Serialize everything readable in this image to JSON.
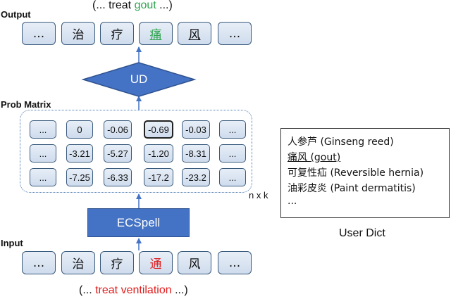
{
  "output": {
    "caption_open": "(... treat ",
    "caption_word": "gout",
    "caption_close": " ...)",
    "label": "Output",
    "tokens": [
      "...",
      "治",
      "疗",
      "痛",
      "风",
      "..."
    ]
  },
  "ud": {
    "label": "UD"
  },
  "prob_matrix": {
    "label": "Prob Matrix",
    "rows": [
      [
        "...",
        "0",
        "-0.06",
        "-0.69",
        "-0.03",
        "..."
      ],
      [
        "...",
        "-3.21",
        "-5.27",
        "-1.20",
        "-8.31",
        "..."
      ],
      [
        "...",
        "-7.25",
        "-6.33",
        "-17.2",
        "-23.2",
        "..."
      ]
    ],
    "dims": "n x k"
  },
  "ecspell": {
    "label": "ECSpell"
  },
  "input": {
    "label": "Input",
    "tokens": [
      "...",
      "治",
      "疗",
      "通",
      "风",
      "..."
    ],
    "caption_open": "(... ",
    "caption_word": "treat ventilation",
    "caption_close": " ...)"
  },
  "user_dict": {
    "entries": [
      "人参芦 (Ginseng reed)",
      "痛风 (gout)",
      "可复性疝 (Reversible hernia)",
      "油彩皮炎 (Paint dermatitis)",
      "..."
    ],
    "label": "User Dict"
  },
  "colors": {
    "accent_blue": "#4472c4",
    "highlight_green": "#2ea44f",
    "highlight_red": "#e02020"
  }
}
